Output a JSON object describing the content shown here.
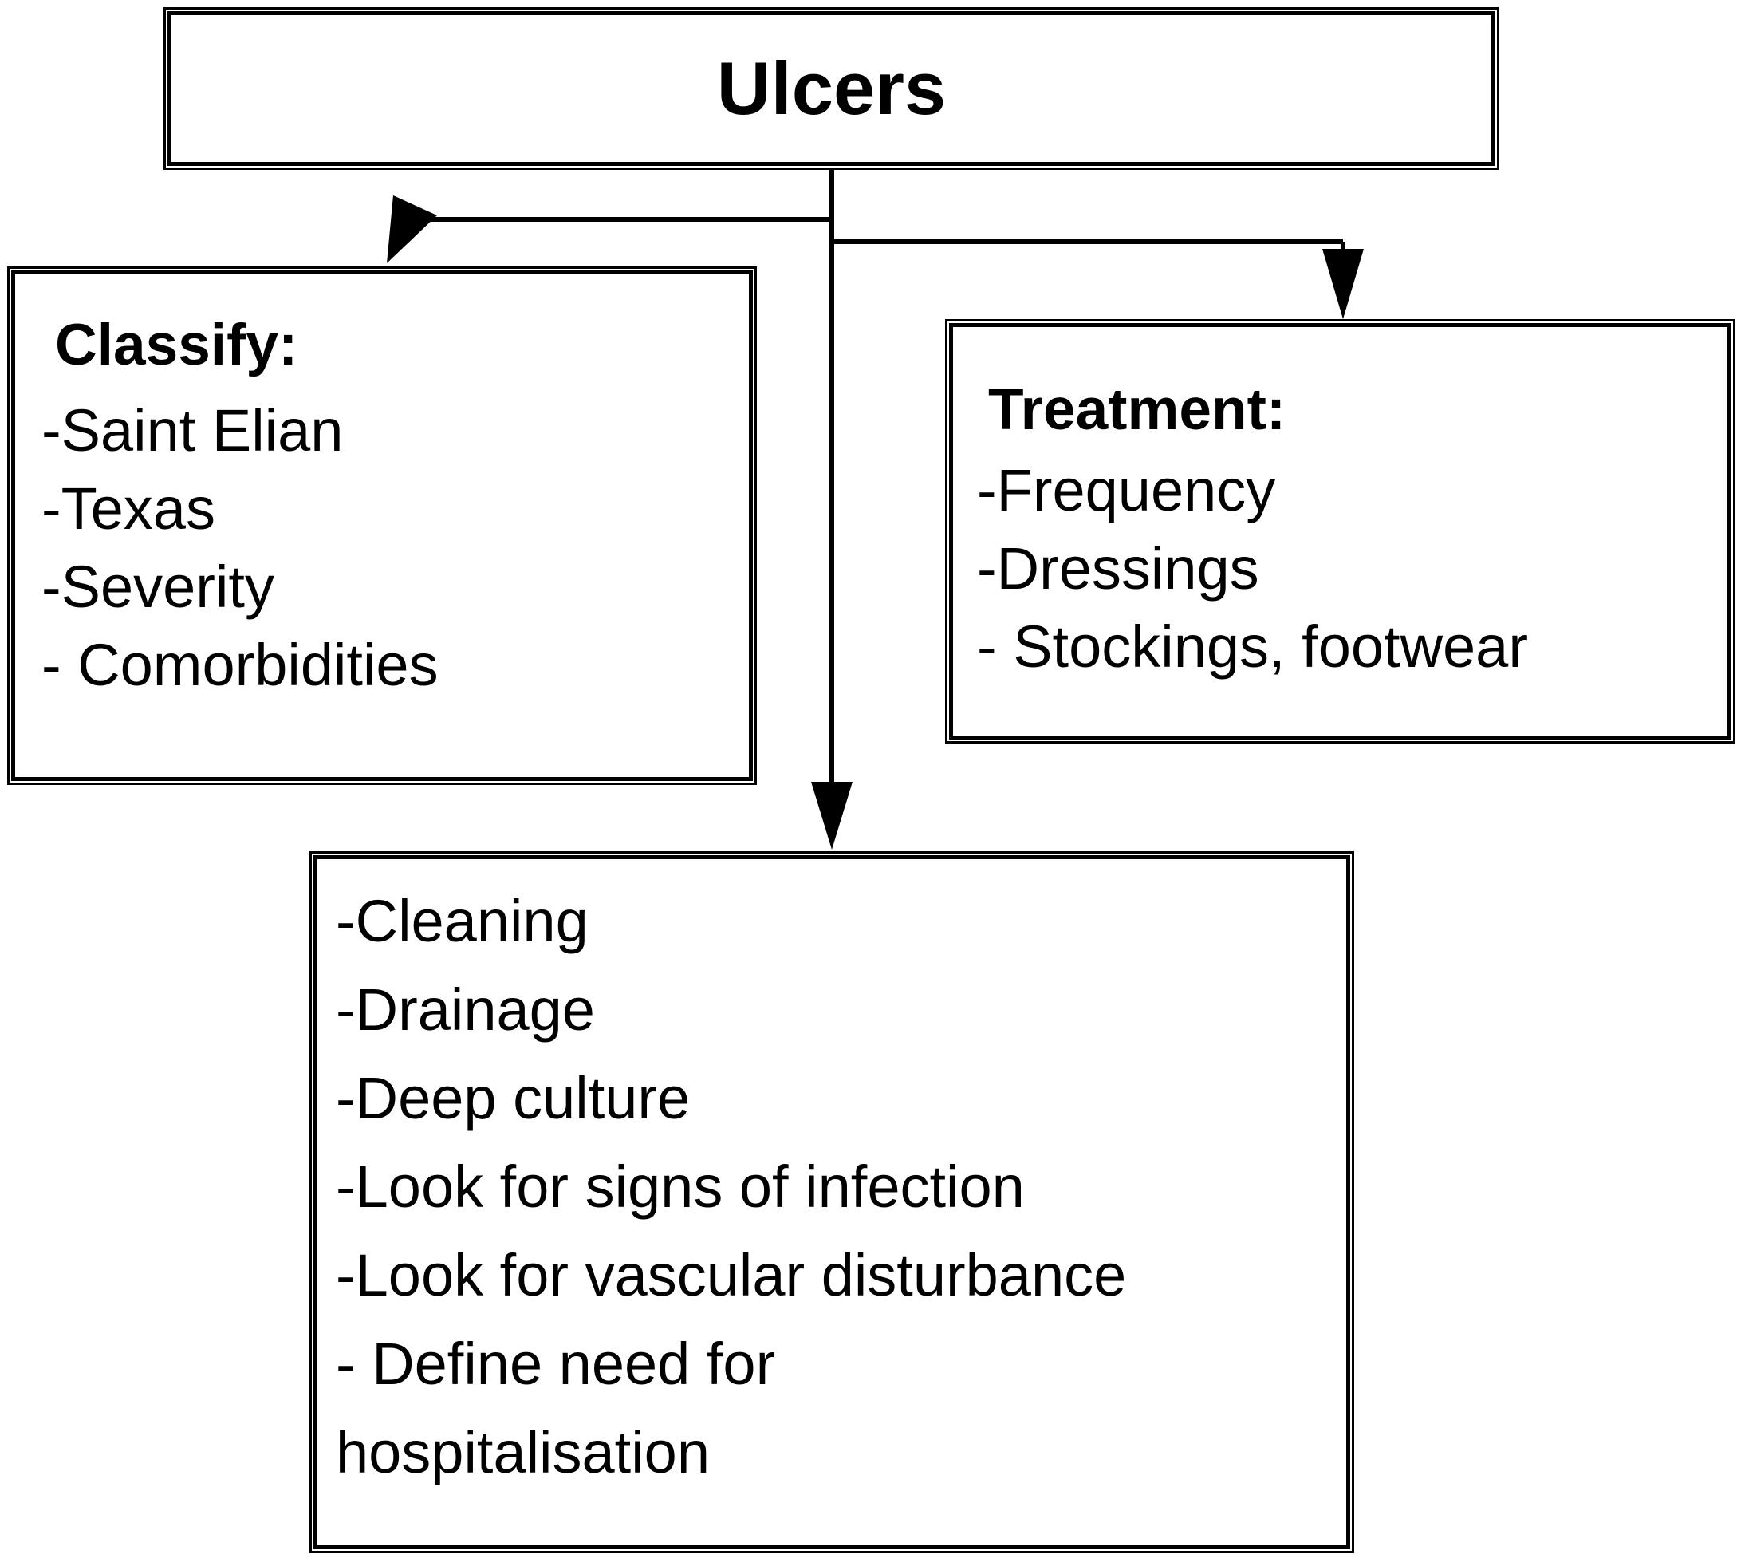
{
  "title": "Ulcers",
  "classify": {
    "heading": "Classify:",
    "items": [
      "-Saint Elian",
      "-Texas",
      "-Severity",
      "- Comorbidities"
    ]
  },
  "treatment": {
    "heading": "Treatment:",
    "items": [
      "-Frequency",
      "-Dressings",
      "- Stockings, footwear"
    ]
  },
  "actions": {
    "items": [
      "-Cleaning",
      "-Drainage",
      "-Deep culture",
      "-Look for signs of infection",
      "-Look for vascular disturbance",
      "- Define need for hospitalisation"
    ]
  },
  "colors": {
    "line": "#000000",
    "background": "#ffffff"
  }
}
